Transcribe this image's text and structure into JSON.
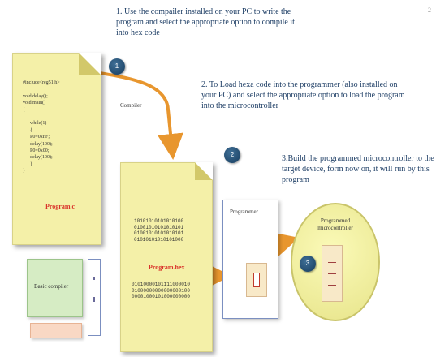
{
  "page_number": "2",
  "steps": {
    "step1": "1. Use the compailer installed on your PC to write the program and select the appropriate option to compile it into hex code",
    "step2": "2. To Load hexa code into the programmer (also installed on your PC) and select the appropriate option to load the program into the microcontroller",
    "step3": "3.Build the programmed microcontroller to the target device, form now on, it will run by this program"
  },
  "badges": {
    "b1": "1",
    "b2": "2",
    "b3": "3"
  },
  "source_file": {
    "code": "#include<reg51.h>\n\nvoid delay();\nvoid main()\n{\n\n      while(1)\n      {\n      P0=0xFF;\n      delay(100);\n      P0=0x00;\n      delay(100);\n      }\n}",
    "label": "Program.c"
  },
  "compiler_label": "Compiler",
  "hex_file": {
    "lines_top": [
      "10101010101010100",
      "01001010101010101",
      "01001010101010101",
      "01010101010101000"
    ],
    "label": "Program.hex",
    "lines_bottom": [
      "01010000101111000010",
      "01000000000000000100",
      "00001000101000000000"
    ]
  },
  "programmer": {
    "title": "Programmer"
  },
  "micro": {
    "title": "Programmed microcontroller"
  },
  "basic_compiler_label": "Basic compiler",
  "colors": {
    "arrow": "#e8962e",
    "doc": "#f4f0a8",
    "green_box": "#d6ecc4",
    "circle": "#f6f4a6"
  }
}
